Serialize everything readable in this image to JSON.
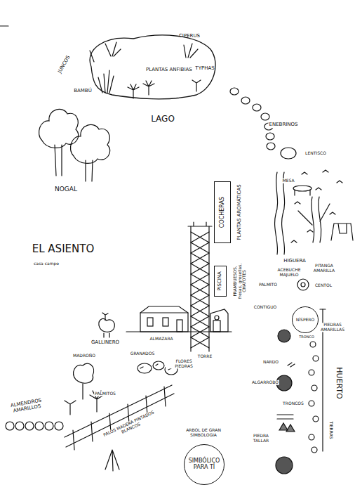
{
  "diagram": {
    "nodes": [
      {
        "text": [
          "PLANTAS ANFIBIAS"
        ]
      },
      {
        "text": [
          "COCHERAS"
        ]
      },
      {
        "text": [
          "PISCINA"
        ]
      },
      {
        "text": [
          "NÍSPERO"
        ]
      },
      {
        "text": [
          "SIMBÓLICO PARA TÍ"
        ]
      }
    ],
    "labels": [
      "JUNCOS",
      "CIPERUS",
      "TYPHAS",
      "BAMBÚ",
      "LAGO",
      "ENEBRINOS",
      "LENTISCO",
      "NOGAL",
      "EL ASIENTO",
      "casa campo",
      "PLANTAS AROMÁTICAS",
      "FRAMBUESOS, fresas, grosellas, CHAYOTES",
      "MESA",
      "HIGUERA",
      "ACEBUCHE MAJUELO",
      "PITANGA AMARILLA",
      "PALMITO",
      "CENTOL",
      "CONTIGUO",
      "PIEDRAS AMARILLAS",
      "TRONCO",
      "HUERTO",
      "GALLINERO",
      "ALMAZARA",
      "TORRE",
      "GRANADOS",
      "FLORES PIEDRAS",
      "MADROÑO",
      "PALMITOS",
      "ALMENDROS AMARILLOS",
      "PALOS MADERA PINTADOS BLANCOS",
      "NARDO",
      "ALGARROBO",
      "TRONCOS",
      "PIEDRA TALLAR",
      "ARBOL DE GRAN SIMBOLOGIA",
      "TIERRAS"
    ]
  }
}
